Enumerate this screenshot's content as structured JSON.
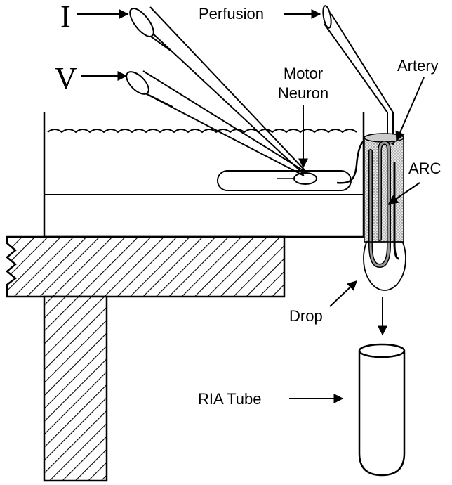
{
  "diagram": {
    "labels": {
      "current_electrode": "I",
      "voltage_electrode": "V",
      "perfusion": "Perfusion",
      "motor_neuron_line1": "Motor",
      "motor_neuron_line2": "Neuron",
      "artery": "Artery",
      "arc": "ARC",
      "drop": "Drop",
      "ria_tube": "RIA Tube"
    },
    "colors": {
      "ink": "#000000",
      "background": "#ffffff",
      "stipple": "#b3b3b3",
      "gray_fill": "#d0d0d0"
    }
  }
}
